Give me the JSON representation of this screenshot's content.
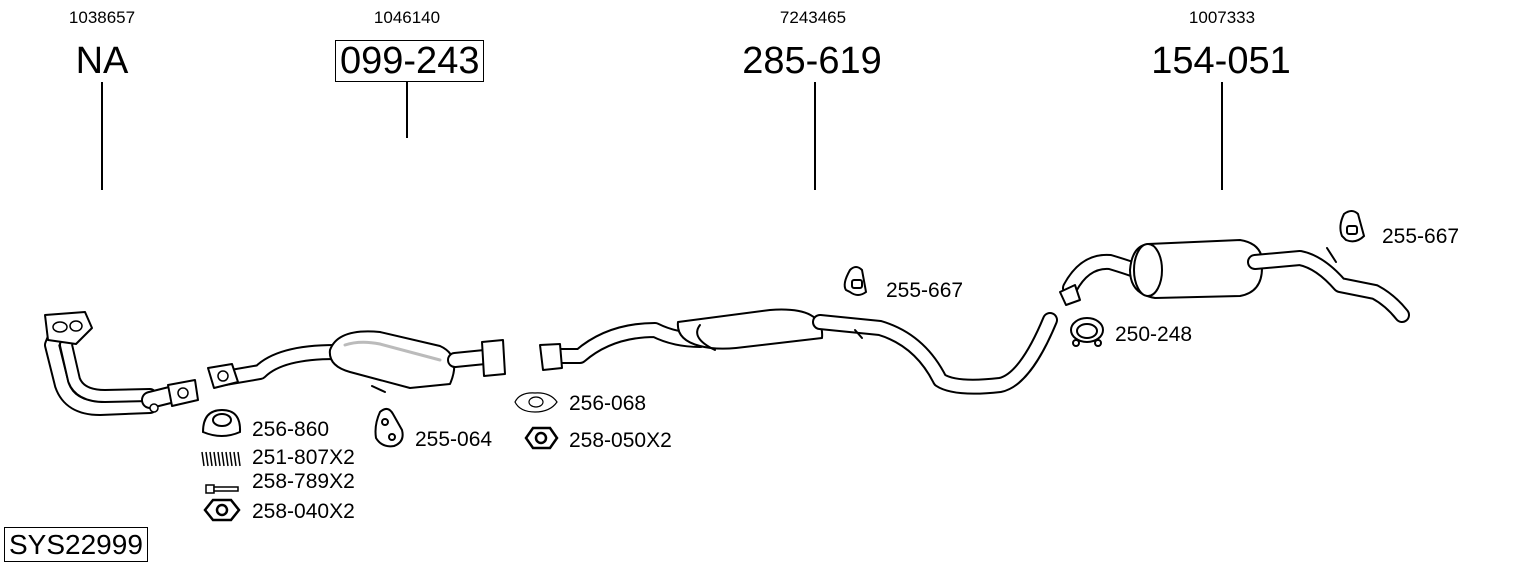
{
  "system_code": "SYS22999",
  "sections": [
    {
      "ref": "1038657",
      "part": "NA",
      "boxed": false
    },
    {
      "ref": "1046140",
      "part": "099-243",
      "boxed": true
    },
    {
      "ref": "7243465",
      "part": "285-619",
      "boxed": false
    },
    {
      "ref": "1007333",
      "part": "154-051",
      "boxed": false
    }
  ],
  "fittings": {
    "gasket_256_860": "256-860",
    "spring_251_807": "251-807X2",
    "bolt_258_789": "258-789X2",
    "nut_258_040": "258-040X2",
    "rubber_255_064": "255-064",
    "gasket_256_068": "256-068",
    "nut_258_050": "258-050X2",
    "rubber_255_667_a": "255-667",
    "clamp_250_248": "250-248",
    "rubber_255_667_b": "255-667"
  },
  "colors": {
    "line": "#000000",
    "pipe": "#ffffff",
    "shade": "#cccccc"
  }
}
